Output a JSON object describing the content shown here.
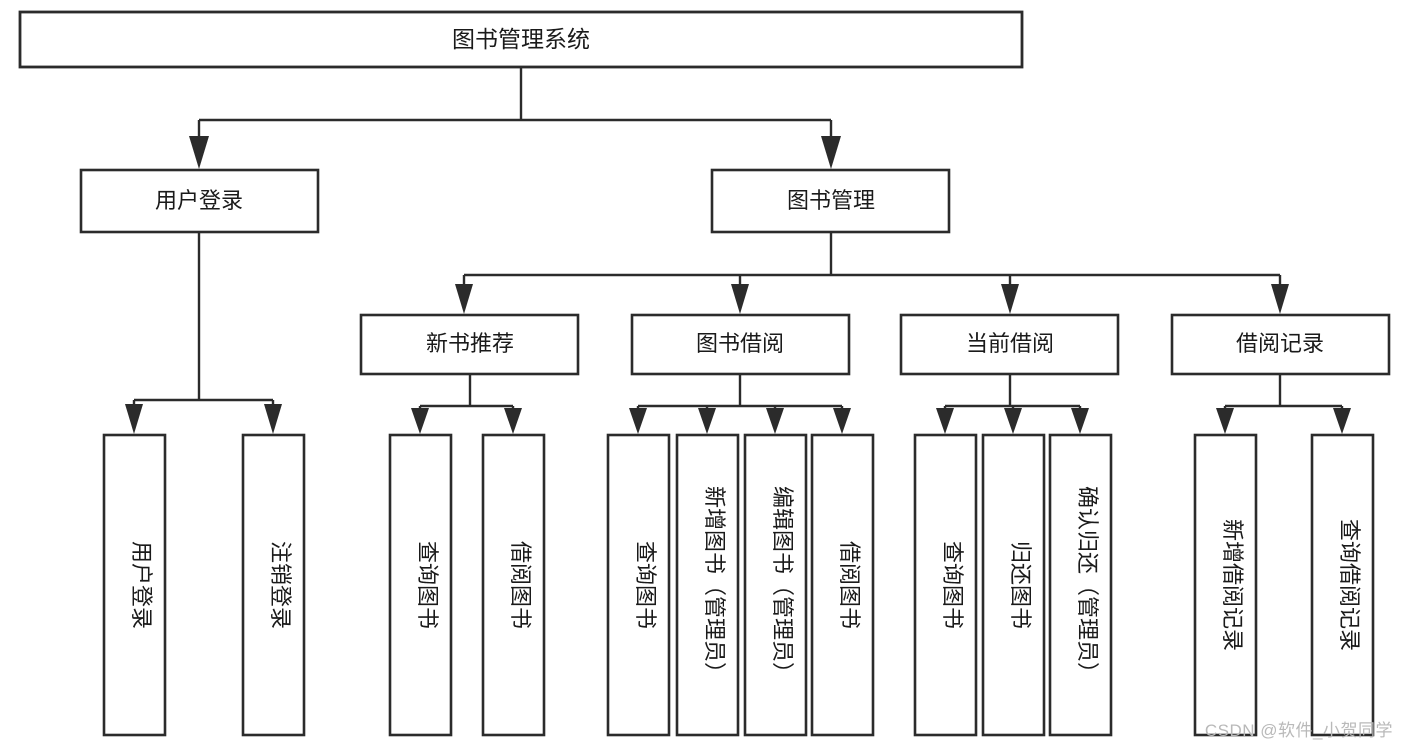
{
  "diagram": {
    "type": "tree-hierarchy-chart",
    "title": "图书管理系统",
    "watermark": "CSDN @软件_小贺同学",
    "colors": {
      "background": "#ffffff",
      "stroke": "#2b2b2b",
      "text": "#1a1a1a",
      "watermark": "#b9b9b9"
    },
    "root": {
      "label": "图书管理系统"
    },
    "level2": [
      {
        "label": "用户登录"
      },
      {
        "label": "图书管理"
      }
    ],
    "level3": [
      {
        "label": "新书推荐"
      },
      {
        "label": "图书借阅"
      },
      {
        "label": "当前借阅"
      },
      {
        "label": "借阅记录"
      }
    ],
    "leaves": {
      "user_login": [
        {
          "label": "用户登录"
        },
        {
          "label": "注销登录"
        }
      ],
      "new_book_recommend": [
        {
          "label": "查询图书"
        },
        {
          "label": "借阅图书"
        }
      ],
      "book_borrow": [
        {
          "label": "查询图书"
        },
        {
          "label": "新增图书（管理员）"
        },
        {
          "label": "编辑图书（管理员）"
        },
        {
          "label": "借阅图书"
        }
      ],
      "current_borrow": [
        {
          "label": "查询图书"
        },
        {
          "label": "归还图书"
        },
        {
          "label": "确认归还（管理员）"
        }
      ],
      "borrow_record": [
        {
          "label": "新增借阅记录"
        },
        {
          "label": "查询借阅记录"
        }
      ]
    }
  }
}
